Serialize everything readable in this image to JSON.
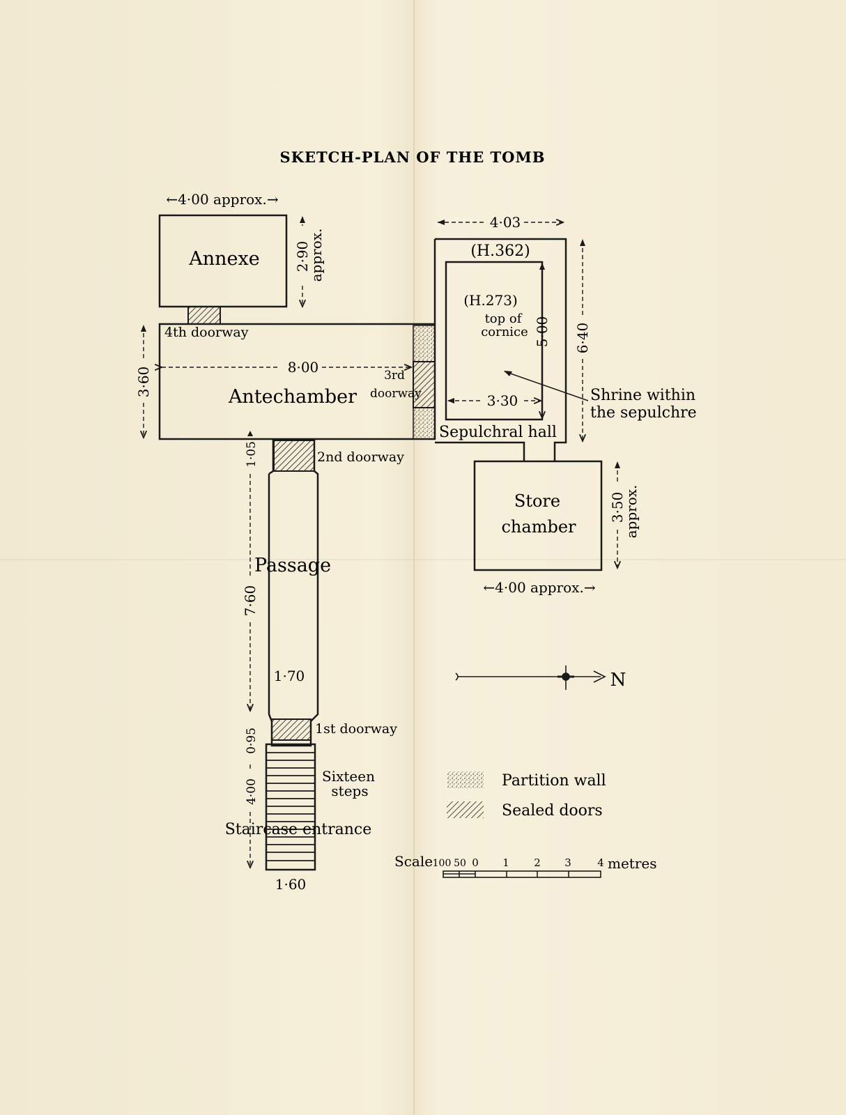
{
  "title": "SKETCH-PLAN  OF  THE  TOMB",
  "rooms": {
    "annexe": "Annexe",
    "antechamber": "Antechamber",
    "passage": "Passage",
    "store_line1": "Store",
    "store_line2": "chamber",
    "sepulchral_hall": "Sepulchral hall"
  },
  "labels": {
    "doorway4": "4th doorway",
    "doorway3_a": "3rd",
    "doorway3_b": "doorway",
    "doorway2": "2nd doorway",
    "doorway1": "1st doorway",
    "h362": "(H.362)",
    "h273": "(H.273)",
    "top_of": "top of",
    "cornice": "cornice",
    "shrine_1": "Shrine within",
    "shrine_2": "the sepulchre",
    "steps_1": "Sixteen",
    "steps_2": "steps",
    "staircase": "Staircase entrance",
    "north": "N"
  },
  "dimensions": {
    "annexe_width": "←4·00 approx.→",
    "annexe_height": "2·90",
    "annexe_height_approx": "approx.",
    "antechamber_width": "8·00",
    "antechamber_height": "3·60",
    "burial_width": "4·03",
    "burial_height": "6·40",
    "shrine_height": "5·00",
    "shrine_width": "3·30",
    "store_height": "3·50",
    "store_height_approx": "approx.",
    "store_width": "←4·00 approx.→",
    "d_105": "1·05",
    "d_760": "7·60",
    "d_095": "0·95",
    "d_400": "4·00",
    "passage_width": "1·70",
    "stair_width": "1·60"
  },
  "legend": {
    "partition": "Partition wall",
    "sealed": "Sealed doors"
  },
  "scale": {
    "label": "Scale",
    "ticks": [
      "100",
      "50",
      "0",
      "1",
      "2",
      "3",
      "4"
    ],
    "unit": "metres"
  }
}
